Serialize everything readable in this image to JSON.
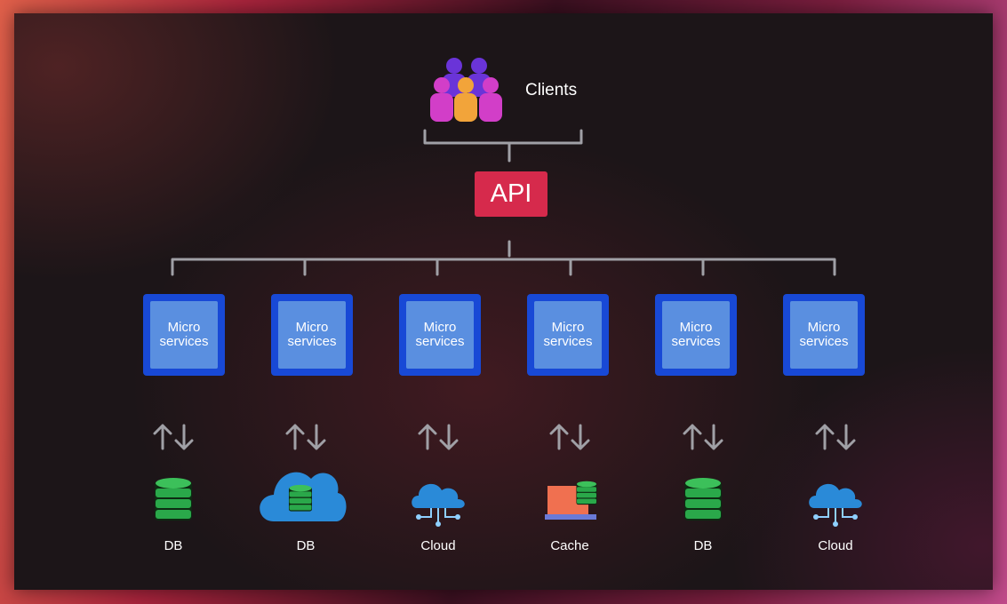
{
  "clients": {
    "label": "Clients",
    "icon": "people-group-icon"
  },
  "api": {
    "label": "API",
    "color": "#d62a4c"
  },
  "colors": {
    "microservice_outer": "#1849d6",
    "microservice_inner": "#5a8fe0",
    "connector": "#a0a0a6",
    "db_green": "#2aa84a",
    "cloud_blue": "#2a8ad8",
    "cache_orange": "#f07050"
  },
  "microservices": [
    {
      "label": "Micro\nservices",
      "target": {
        "label": "DB",
        "icon": "database-icon"
      }
    },
    {
      "label": "Micro\nservices",
      "target": {
        "label": "DB",
        "icon": "cloud-database-icon"
      }
    },
    {
      "label": "Micro\nservices",
      "target": {
        "label": "Cloud",
        "icon": "cloud-network-icon"
      }
    },
    {
      "label": "Micro\nservices",
      "target": {
        "label": "Cache",
        "icon": "cache-server-icon"
      }
    },
    {
      "label": "Micro\nservices",
      "target": {
        "label": "DB",
        "icon": "database-icon"
      }
    },
    {
      "label": "Micro\nservices",
      "target": {
        "label": "Cloud",
        "icon": "cloud-network-icon"
      }
    }
  ],
  "arrows": "↑↓"
}
